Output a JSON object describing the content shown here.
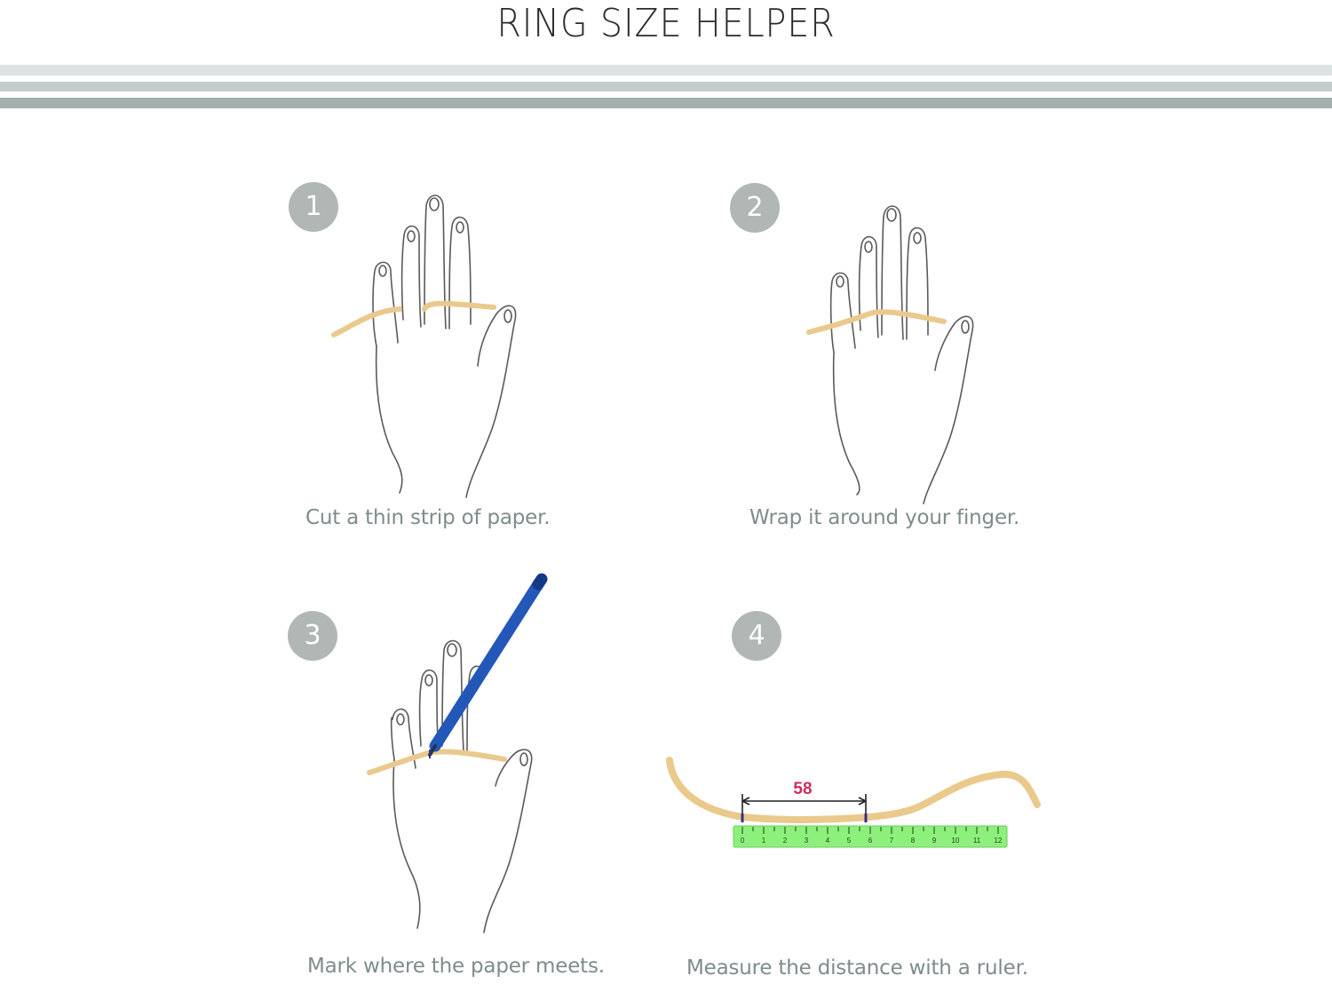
{
  "header": {
    "title": "RING SIZE HELPER"
  },
  "colors": {
    "stripe_1": "#dde3e3",
    "stripe_2": "#c4cccc",
    "stripe_3": "#a3afad",
    "badge": "#b0b7b5",
    "caption": "#7e8c8c",
    "paper_strip": "#eac98c",
    "pen": "#2458b8",
    "ruler": "#8df07c",
    "measure_label": "#c8305a"
  },
  "steps": [
    {
      "number": "1",
      "caption": "Cut a thin strip of paper."
    },
    {
      "number": "2",
      "caption": "Wrap it around your finger."
    },
    {
      "number": "3",
      "caption": "Mark where the paper meets."
    },
    {
      "number": "4",
      "caption": "Measure the distance with a ruler."
    }
  ],
  "measurement": {
    "value": "58"
  },
  "ruler": {
    "numbers": [
      "0",
      "1",
      "2",
      "3",
      "4",
      "5",
      "6",
      "7",
      "8",
      "9",
      "10",
      "11",
      "12"
    ]
  }
}
